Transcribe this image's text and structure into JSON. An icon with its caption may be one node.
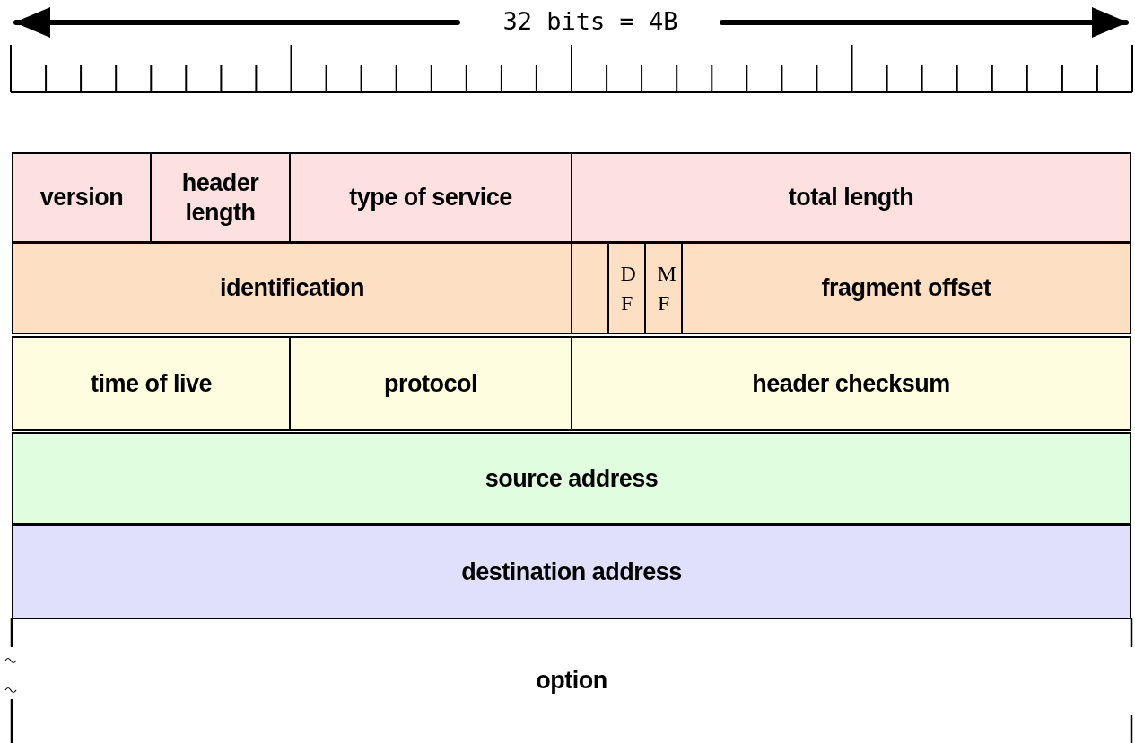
{
  "diagram": {
    "nodes": [
      {
        "text": [
          "version"
        ]
      },
      {
        "text": [
          "header length"
        ]
      },
      {
        "text": [
          "type of service"
        ]
      },
      {
        "text": [
          "total length"
        ]
      },
      {
        "text": [
          "identification"
        ]
      },
      {
        "text": [],
        "shape": "box"
      },
      {
        "text": [
          "D F"
        ]
      },
      {
        "text": [
          "M F"
        ]
      },
      {
        "text": [
          "fragment offset"
        ]
      },
      {
        "text": [
          "time of live"
        ]
      },
      {
        "text": [
          "protocol"
        ]
      },
      {
        "text": [
          "header checksum"
        ]
      },
      {
        "text": [
          "source address"
        ]
      },
      {
        "text": [
          "destination address"
        ]
      },
      {
        "text": [
          "option"
        ]
      }
    ],
    "edges": [],
    "labels": [
      "32 bits = 4B"
    ]
  }
}
